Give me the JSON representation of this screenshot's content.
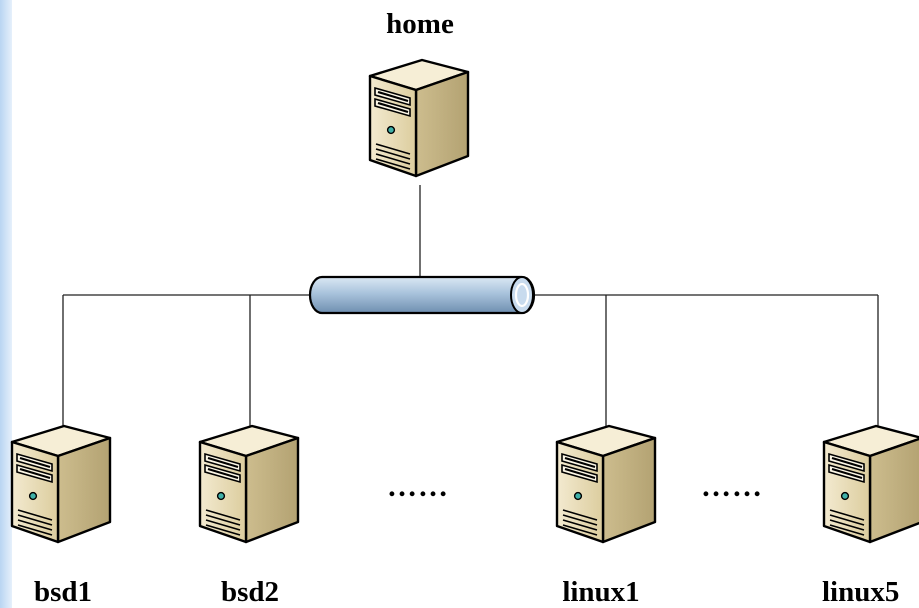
{
  "nodes": {
    "home": "home",
    "bsd1": "bsd1",
    "bsd2": "bsd2",
    "linux1": "linux1",
    "linux5": "linux5"
  },
  "ellipsis_left": "……",
  "ellipsis_right": "……",
  "colors": {
    "background_strip": "#cfe3f7",
    "server_front": "#e8dcb8",
    "server_side": "#c9b98d",
    "server_top": "#f4ecd2",
    "hub_fill": "#a9c3dc",
    "hub_highlight": "#dbe8f4",
    "line": "#222222"
  },
  "icons": {
    "server": "server-tower-icon",
    "hub": "network-bus-icon"
  }
}
